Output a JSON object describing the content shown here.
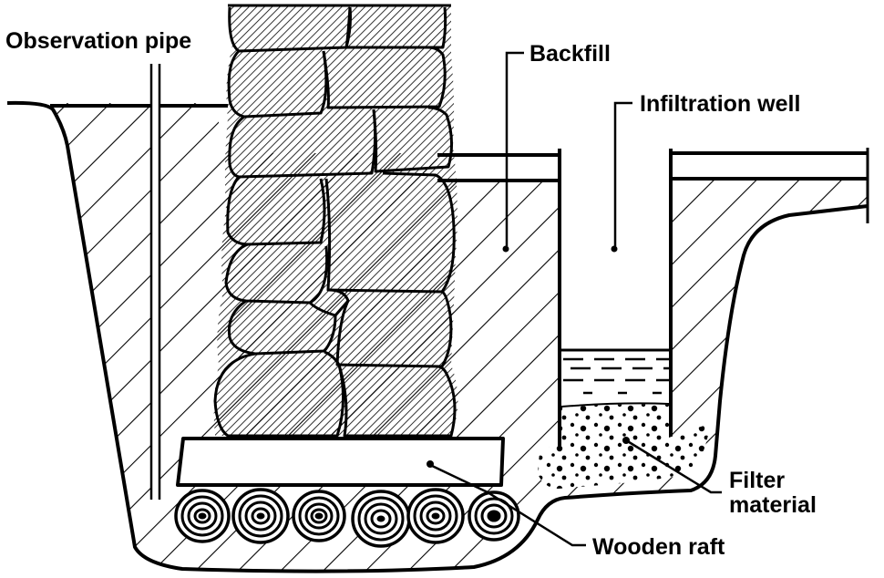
{
  "diagram": {
    "title": "Infiltration well cross-section with stone wall on wooden raft",
    "colors": {
      "ink": "#000000",
      "background": "#ffffff"
    },
    "labels": {
      "observation_pipe": "Observation pipe",
      "backfill": "Backfill",
      "infiltration_well": "Infiltration well",
      "filter_material_line1": "Filter",
      "filter_material_line2": "material",
      "wooden_raft": "Wooden raft"
    },
    "components": [
      {
        "id": "observation-pipe",
        "label": "Observation pipe"
      },
      {
        "id": "stone-wall",
        "label": "Rubble stone wall"
      },
      {
        "id": "backfill",
        "label": "Backfill"
      },
      {
        "id": "infiltration-well",
        "label": "Infiltration well"
      },
      {
        "id": "water",
        "label": "Water in well"
      },
      {
        "id": "filter-material",
        "label": "Filter material"
      },
      {
        "id": "wooden-raft",
        "label": "Wooden raft (plank on logs)"
      }
    ],
    "log_count": 6
  }
}
